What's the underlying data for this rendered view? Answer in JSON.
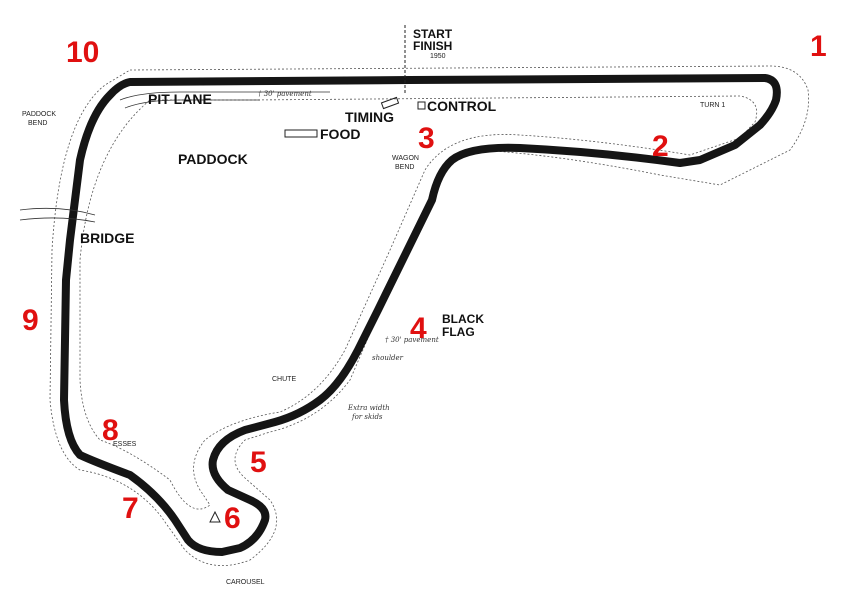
{
  "labels": {
    "start": "START",
    "finish": "FINISH",
    "finish_year": "1950",
    "pit_lane": "PIT LANE",
    "pit_pavement_note": "† 30' pavement",
    "paddock_bend": [
      "PADDOCK",
      "BEND"
    ],
    "paddock": "PADDOCK",
    "timing": "TIMING",
    "control": "CONTROL",
    "food": "FOOD",
    "turn1": "TURN 1",
    "wagon_bend": [
      "WAGON",
      "BEND"
    ],
    "bridge": "BRIDGE",
    "black_flag": [
      "BLACK",
      "FLAG"
    ],
    "pavement_note": "† 30' pavement",
    "shoulder_note": "shoulder",
    "chute": "CHUTE",
    "extra_width": [
      "Extra width",
      "for skids"
    ],
    "esses": "ESSES",
    "carousel": "CAROUSEL"
  },
  "turns": {
    "t1": "1",
    "t2": "2",
    "t3": "3",
    "t4": "4",
    "t5": "5",
    "t6": "6",
    "t7": "7",
    "t8": "8",
    "t9": "9",
    "t10": "10"
  },
  "colors": {
    "turn_number": "#e01010",
    "track": "#151515"
  }
}
